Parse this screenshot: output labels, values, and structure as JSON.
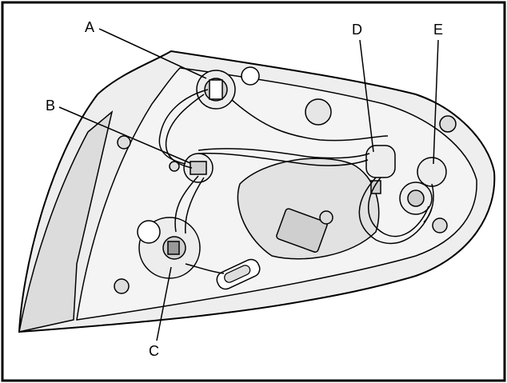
{
  "diagram": {
    "callouts": [
      {
        "id": "A",
        "label": "A"
      },
      {
        "id": "B",
        "label": "B"
      },
      {
        "id": "C",
        "label": "C"
      },
      {
        "id": "D",
        "label": "D"
      },
      {
        "id": "E",
        "label": "E"
      }
    ]
  }
}
